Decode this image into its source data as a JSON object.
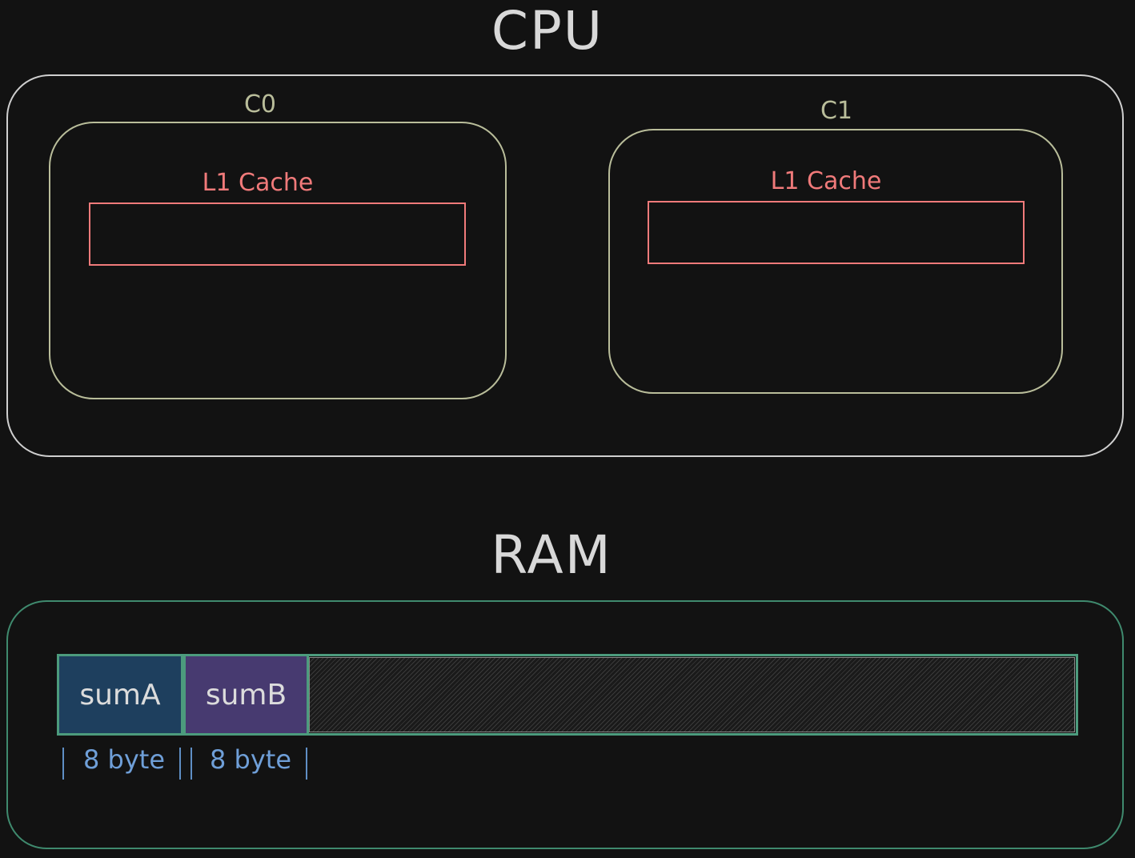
{
  "cpu": {
    "title": "CPU",
    "cores": [
      {
        "label": "C0",
        "cache_label": "L1 Cache"
      },
      {
        "label": "C1",
        "cache_label": "L1 Cache"
      }
    ]
  },
  "ram": {
    "title": "RAM",
    "cells": [
      {
        "label": "sumA",
        "size_label": "8 byte",
        "color": "#1e3f5e"
      },
      {
        "label": "sumB",
        "size_label": "8 byte",
        "color": "#473a70"
      }
    ]
  },
  "colors": {
    "cpu_border": "#cfcfcf",
    "core_border": "#b9bd9a",
    "cache": "#f07a7a",
    "ram_border": "#3f8a6e",
    "byte_label": "#6f9fd8"
  }
}
